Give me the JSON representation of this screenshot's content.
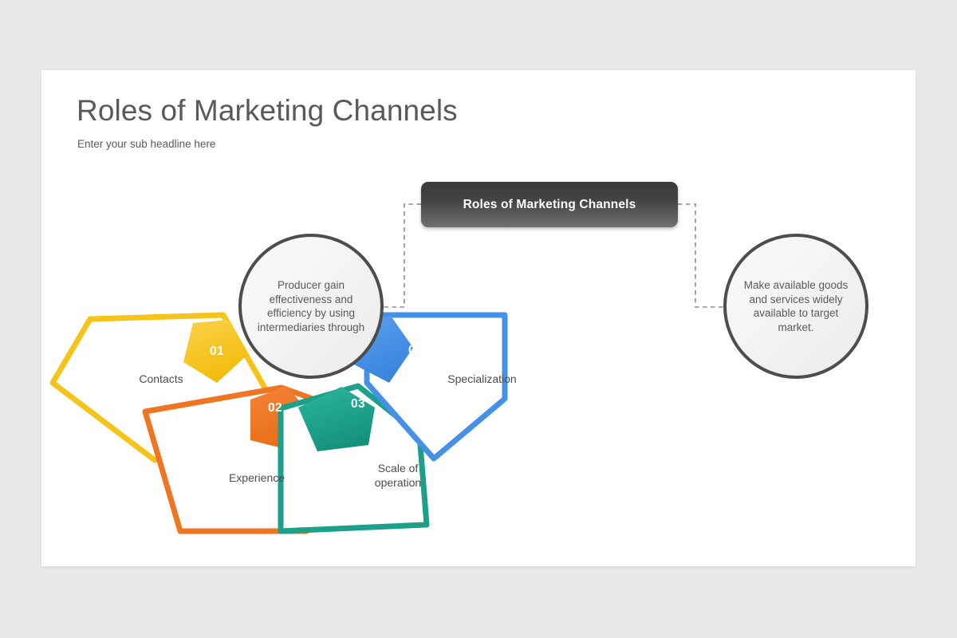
{
  "page": {
    "title": "Roles of Marketing Channels",
    "subtitle": "Enter your sub headline here"
  },
  "center_box": {
    "label": "Roles of Marketing Channels"
  },
  "circles": [
    {
      "name": "left",
      "text": "Producer gain effectiveness and efficiency by using intermediaries through"
    },
    {
      "name": "right",
      "text": "Make available goods and services widely available to target market."
    }
  ],
  "pentagons": [
    {
      "number": "01",
      "label": "Contacts",
      "color": "#F6C31B"
    },
    {
      "number": "02",
      "label": "Experience",
      "color": "#EE7623"
    },
    {
      "number": "03",
      "label": "Scale of\noperation",
      "color": "#1CA08A"
    },
    {
      "number": "04",
      "label": "Specialization",
      "color": "#4691E8"
    }
  ],
  "colors": {
    "background": "#E8E8E8",
    "slide": "#FFFFFF",
    "title_text": "#58595B",
    "body_text": "#4C4C4C",
    "circle_border": "#4D4D4D",
    "center_box_dark": "#3B3B3B",
    "center_box_light": "#707070",
    "connector": "#808080",
    "yellow": "#F6C31B",
    "orange": "#EE7623",
    "teal": "#1CA08A",
    "blue": "#4691E8"
  }
}
